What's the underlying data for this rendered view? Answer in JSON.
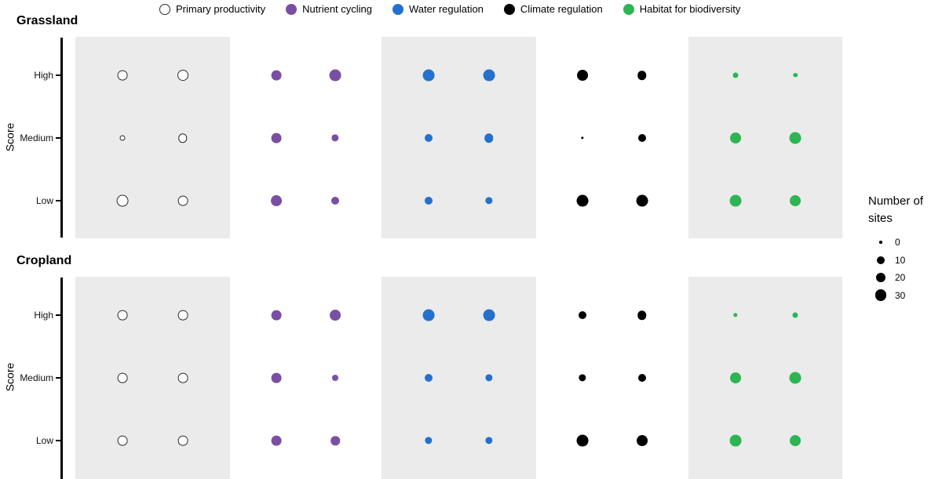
{
  "legend": {
    "items": [
      {
        "label": "Primary productivity",
        "fill": "open"
      },
      {
        "label": "Nutrient cycling",
        "fill": "#7a4fa3"
      },
      {
        "label": "Water regulation",
        "fill": "#2470cd"
      },
      {
        "label": "Climate regulation",
        "fill": "#000000"
      },
      {
        "label": "Habitat for biodiversity",
        "fill": "#2eb553"
      }
    ]
  },
  "size_legend": {
    "title": "Number of sites",
    "breaks": [
      0,
      10,
      20,
      30
    ]
  },
  "ylabel": "Score",
  "chart_data": {
    "type": "bubble",
    "size_variable": "Number of sites",
    "size_legend_breaks": [
      0,
      10,
      20,
      30
    ],
    "y_categories": [
      "High",
      "Medium",
      "Low"
    ],
    "ylabel": "Score",
    "columns_per_service": 2,
    "legend_position": "top",
    "services": [
      {
        "name": "Primary productivity",
        "fill": "open"
      },
      {
        "name": "Nutrient cycling",
        "fill": "#7a4fa3"
      },
      {
        "name": "Water regulation",
        "fill": "#2470cd"
      },
      {
        "name": "Climate regulation",
        "fill": "#000000"
      },
      {
        "name": "Habitat for biodiversity",
        "fill": "#2eb553"
      }
    ],
    "panels": [
      {
        "title": "Grassland",
        "values": {
          "Primary productivity": {
            "High": [
              20,
              25
            ],
            "Medium": [
              3,
              15
            ],
            "Low": [
              30,
              20
            ]
          },
          "Nutrient cycling": {
            "High": [
              20,
              30
            ],
            "Medium": [
              20,
              8
            ],
            "Low": [
              25,
              10
            ]
          },
          "Water regulation": {
            "High": [
              30,
              30
            ],
            "Medium": [
              10,
              15
            ],
            "Low": [
              10,
              8
            ]
          },
          "Climate regulation": {
            "High": [
              25,
              15
            ],
            "Medium": [
              0,
              10
            ],
            "Low": [
              30,
              30
            ]
          },
          "Habitat for biodiversity": {
            "High": [
              3,
              1
            ],
            "Medium": [
              25,
              30
            ],
            "Low": [
              30,
              25
            ]
          }
        }
      },
      {
        "title": "Cropland",
        "values": {
          "Primary productivity": {
            "High": [
              20,
              20
            ],
            "Medium": [
              20,
              20
            ],
            "Low": [
              20,
              20
            ]
          },
          "Nutrient cycling": {
            "High": [
              20,
              25
            ],
            "Medium": [
              20,
              5
            ],
            "Low": [
              20,
              15
            ]
          },
          "Water regulation": {
            "High": [
              30,
              30
            ],
            "Medium": [
              10,
              8
            ],
            "Low": [
              8,
              8
            ]
          },
          "Climate regulation": {
            "High": [
              10,
              15
            ],
            "Medium": [
              8,
              10
            ],
            "Low": [
              30,
              25
            ]
          },
          "Habitat for biodiversity": {
            "High": [
              1,
              3
            ],
            "Medium": [
              25,
              30
            ],
            "Low": [
              30,
              25
            ]
          }
        }
      }
    ]
  }
}
